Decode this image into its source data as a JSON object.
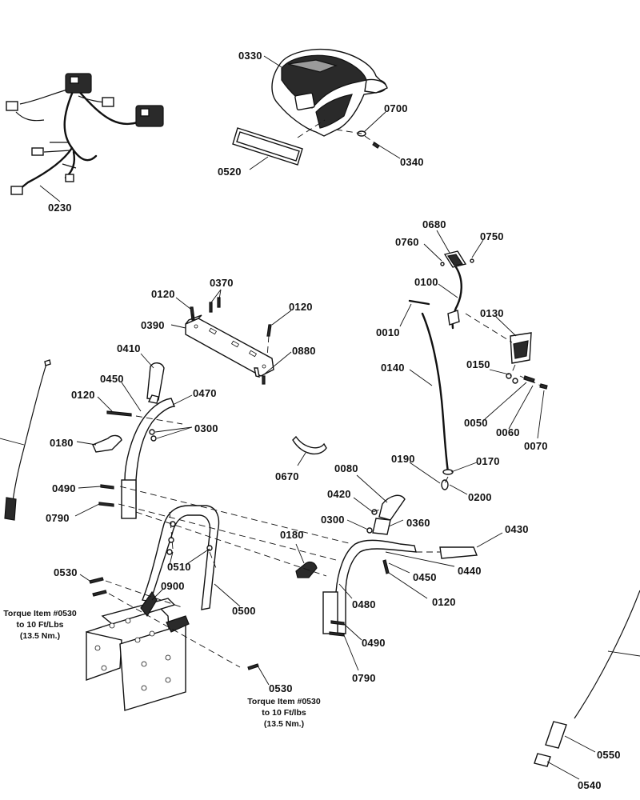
{
  "labels": {
    "p0330": "0330",
    "p0700": "0700",
    "p0340": "0340",
    "p0520": "0520",
    "p0230": "0230",
    "p0680": "0680",
    "p0760": "0760",
    "p0750": "0750",
    "p0100": "0100",
    "p0130": "0130",
    "p0010": "0010",
    "p0140": "0140",
    "p0150": "0150",
    "p0050": "0050",
    "p0060": "0060",
    "p0070": "0070",
    "p0190": "0190",
    "p0170": "0170",
    "p0200": "0200",
    "p0120a": "0120",
    "p0370": "0370",
    "p0120b": "0120",
    "p0390": "0390",
    "p0880": "0880",
    "p0410": "0410",
    "p0450a": "0450",
    "p0470": "0470",
    "p0120c": "0120",
    "p0300a": "0300",
    "p0180a": "0180",
    "p0670": "0670",
    "p0490a": "0490",
    "p0790a": "0790",
    "p0080": "0080",
    "p0420": "0420",
    "p0300b": "0300",
    "p0360": "0360",
    "p0430": "0430",
    "p0180b": "0180",
    "p0510": "0510",
    "p0440": "0440",
    "p0450b": "0450",
    "p0530a": "0530",
    "p0900": "0900",
    "p0120d": "0120",
    "p0480": "0480",
    "p0500": "0500",
    "p0490b": "0490",
    "p0790b": "0790",
    "p0530b": "0530",
    "p0550": "0550",
    "p0540": "0540"
  },
  "notes": {
    "left": [
      "Torque Item #0530",
      "to 10 Ft/Lbs",
      "(13.5 Nm.)"
    ],
    "right": [
      "Torque Item #0530",
      "to 10 Ft/lbs",
      "(13.5 Nm.)"
    ]
  }
}
